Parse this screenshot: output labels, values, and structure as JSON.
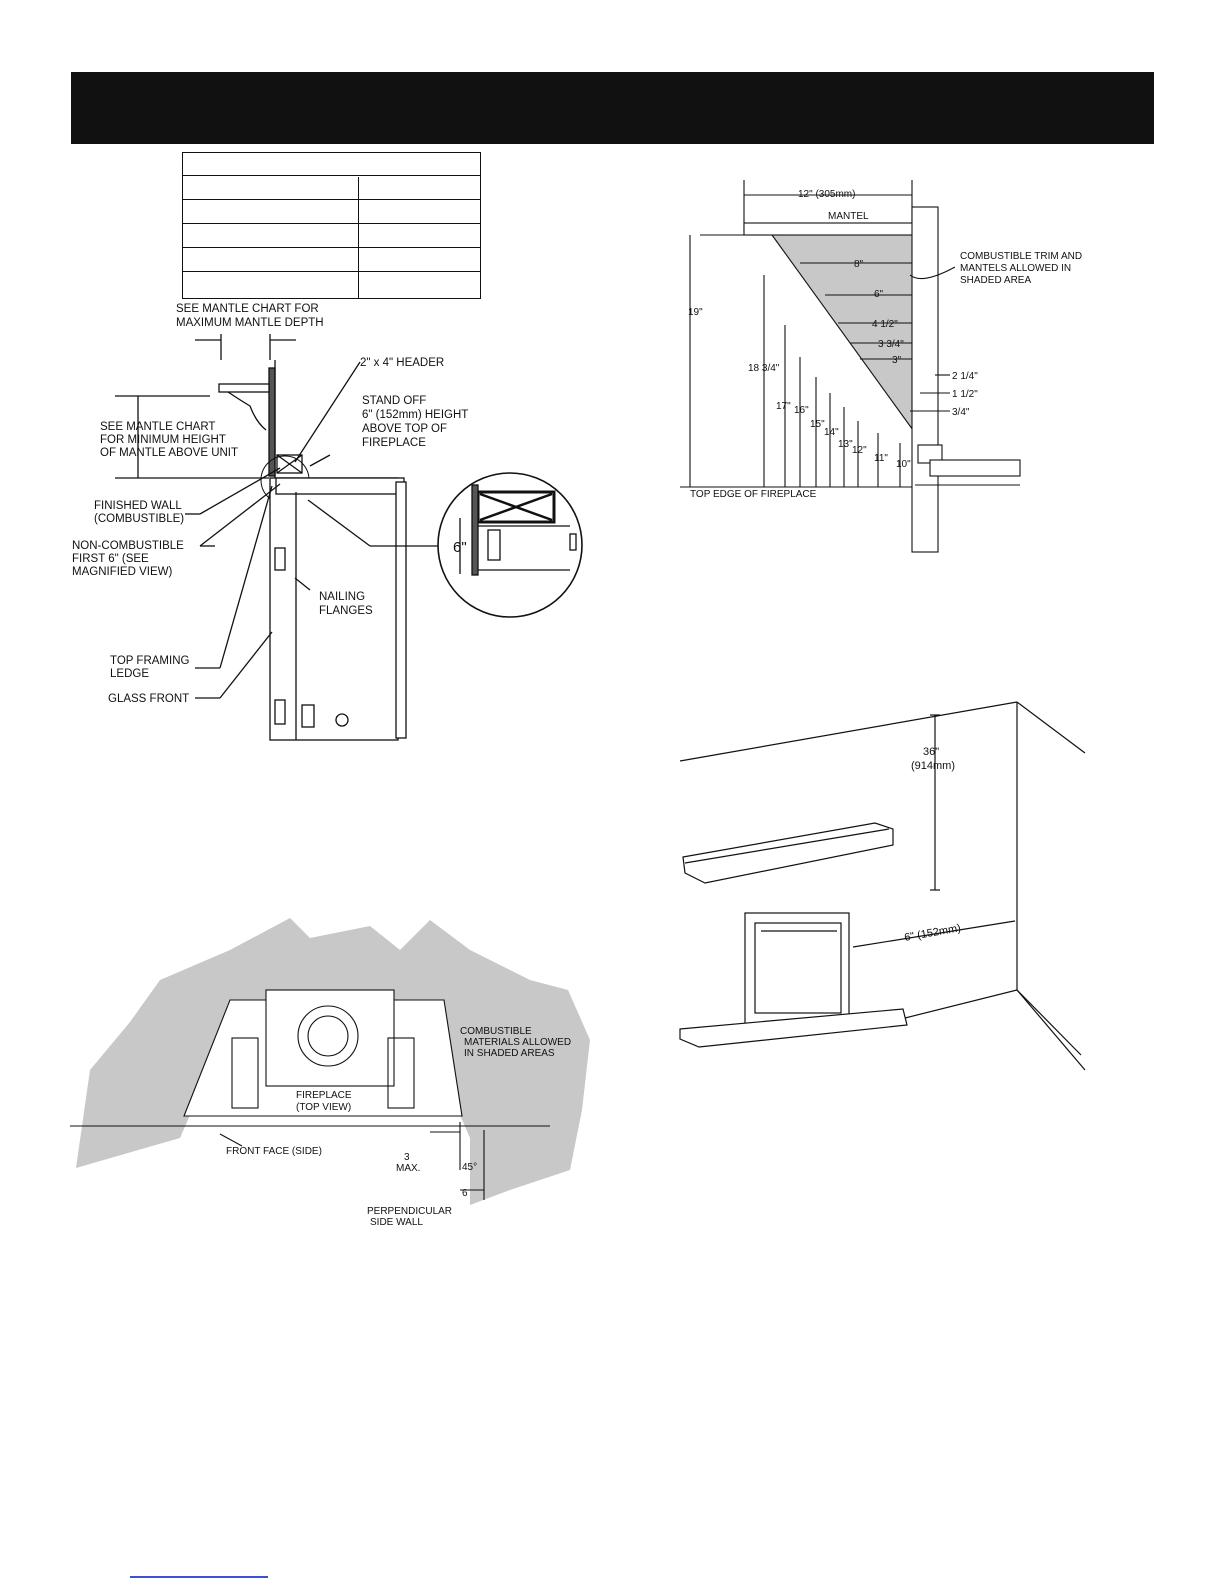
{
  "figure_left": {
    "labels": {
      "see_mantle_depth": [
        "SEE MANTLE CHART FOR",
        "MAXIMUM MANTLE DEPTH"
      ],
      "header": "2\" x 4\" HEADER",
      "stand_off": [
        "STAND OFF",
        "6\" (152mm) HEIGHT",
        "ABOVE TOP OF",
        "FIREPLACE"
      ],
      "see_mantle_height": [
        "SEE MANTLE CHART",
        "FOR MINIMUM HEIGHT",
        "OF MANTLE ABOVE UNIT"
      ],
      "finished_wall": [
        "FINISHED WALL",
        "(COMBUSTIBLE)"
      ],
      "non_combustible": [
        "NON-COMBUSTIBLE",
        "FIRST 6\" (SEE",
        "MAGNIFIED VIEW)"
      ],
      "nailing_flanges": [
        "NAILING",
        "FLANGES"
      ],
      "top_framing": [
        "TOP FRAMING",
        "LEDGE"
      ],
      "glass_front": "GLASS FRONT",
      "magnified_dim": "6\""
    }
  },
  "figure_mantel": {
    "top_dim": "12\" (305mm)",
    "mantel": "MANTEL",
    "height_19": "19\"",
    "top_edge": "TOP EDGE OF FIREPLACE",
    "shaded_note": [
      "COMBUSTIBLE TRIM AND",
      "MANTELS ALLOWED IN",
      "SHADED AREA"
    ],
    "depths": [
      "8\"",
      "6\"",
      "4 1/2\"",
      "3 3/4\"",
      "3\""
    ],
    "right_depths": [
      "2 1/4\"",
      "1 1/2\"",
      "3/4\""
    ],
    "heights": [
      "18 3/4\"",
      "17\"",
      "16\"",
      "15\"",
      "14\"",
      "13\"",
      "12\"",
      "11\"",
      "10\""
    ]
  },
  "figure_top_view": {
    "combustible": [
      "COMBUSTIBLE",
      "MATERIALS ALLOWED",
      "IN SHADED AREAS"
    ],
    "fireplace": [
      "FIREPLACE",
      "(TOP VIEW)"
    ],
    "front_face": "FRONT FACE (SIDE)",
    "max": [
      "3",
      "MAX."
    ],
    "angle": "45°",
    "six": "6",
    "side_wall": [
      "PERPENDICULAR",
      "SIDE WALL"
    ]
  },
  "figure_room": {
    "ceiling_dim": [
      "36\"",
      "(914mm)"
    ],
    "side_dim": "6\" (152mm)"
  },
  "colors": {
    "header_bar": "#111111",
    "shade": "#c8c8c8",
    "footer_link": "#3b4fd8"
  }
}
